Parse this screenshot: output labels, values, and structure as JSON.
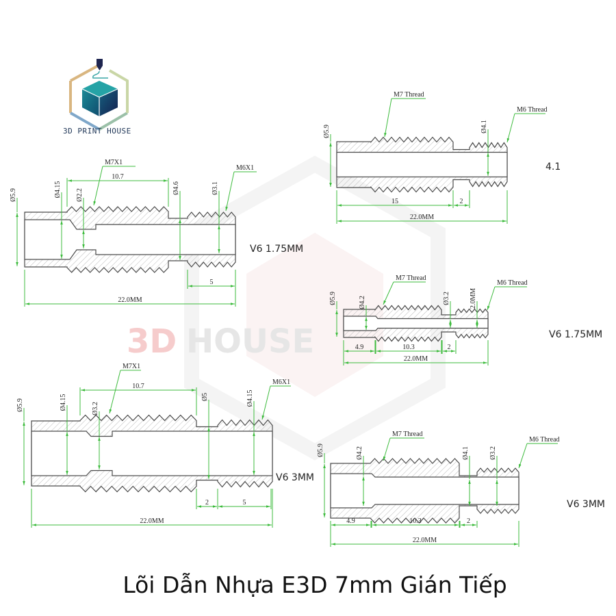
{
  "logo": {
    "text": "3D PRINT HOUSE"
  },
  "watermark": {
    "text_a": "3D",
    "text_b": "HOUSE"
  },
  "title": "Lõi Dẫn Nhựa E3D 7mm Gián Tiếp",
  "colors": {
    "dimension": "#3dbb3d",
    "outline": "#4a4a4a",
    "hatch": "#b8b8b8"
  },
  "drawings": [
    {
      "label": "V6 1.75MM",
      "thread_labels": [
        "M7X1",
        "M6X1"
      ],
      "horizontal_dims": [
        "10.7",
        "5",
        "22.0MM"
      ],
      "diameters": [
        "Ø5.9",
        "Ø4.15",
        "Ø2.2",
        "Ø4.6",
        "Ø3.1"
      ]
    },
    {
      "label": "4.1",
      "thread_labels": [
        "M7 Thread",
        "M6 Thread"
      ],
      "horizontal_dims": [
        "15",
        "2",
        "22.0MM"
      ],
      "diameters": [
        "Ø5.9",
        "Ø4.1"
      ]
    },
    {
      "label": "V6 1.75MM",
      "thread_labels": [
        "M7 Thread",
        "M6 Thread"
      ],
      "horizontal_dims": [
        "4.9",
        "10.3",
        "2",
        "22.0MM"
      ],
      "diameters": [
        "Ø5.9",
        "Ø4.2",
        "Ø3.2",
        "2.0MM"
      ]
    },
    {
      "label": "V6 3MM",
      "thread_labels": [
        "M7X1",
        "M6X1"
      ],
      "horizontal_dims": [
        "10.7",
        "2",
        "5",
        "22.0MM"
      ],
      "diameters": [
        "Ø5.9",
        "Ø4.15",
        "Ø3.2",
        "Ø5",
        "Ø4.15"
      ]
    },
    {
      "label": "V6 3MM",
      "thread_labels": [
        "M7 Thread",
        "M6 Thread"
      ],
      "horizontal_dims": [
        "4.9",
        "10.3",
        "2",
        "22.0MM"
      ],
      "diameters": [
        "Ø5.9",
        "Ø4.2",
        "Ø4.1",
        "Ø3.2"
      ]
    }
  ]
}
